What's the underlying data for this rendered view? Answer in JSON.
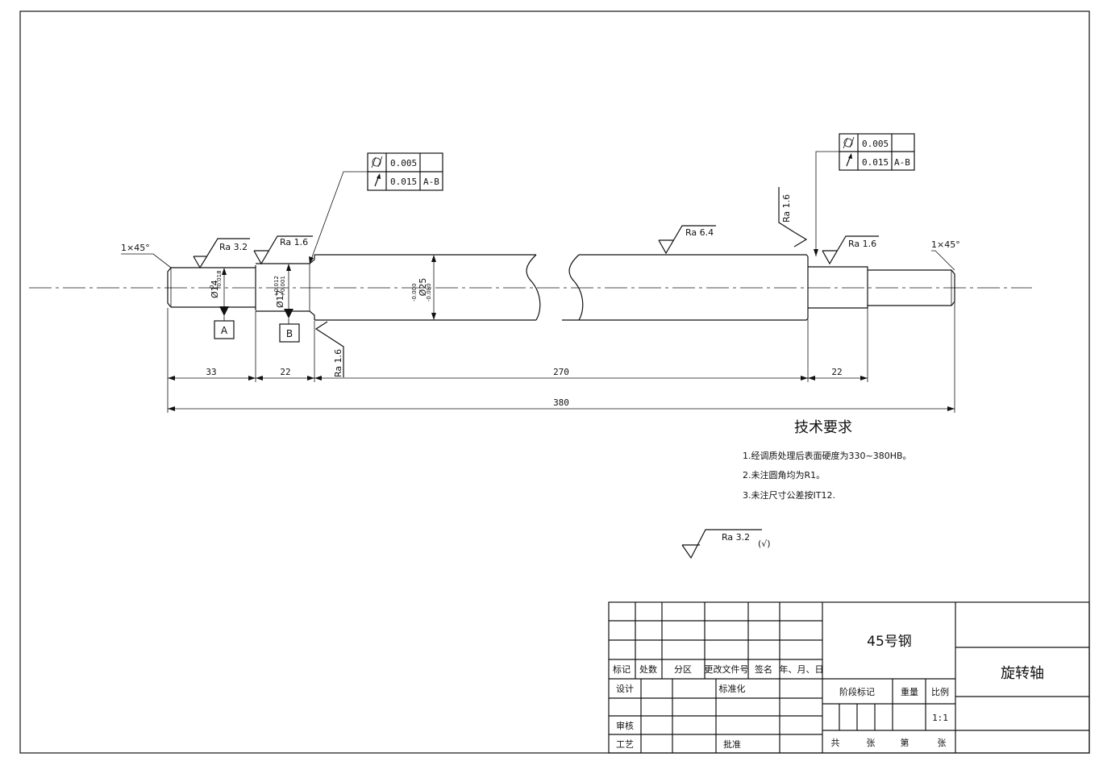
{
  "title_block": {
    "material": "45号钢",
    "part_name": "旋转轴",
    "headers": [
      "标记",
      "处数",
      "分区",
      "更改文件号",
      "签名",
      "年、月、日"
    ],
    "design": "设计",
    "standardization": "标准化",
    "review": "审核",
    "process": "工艺",
    "approve": "批准",
    "stage_mark": "阶段标记",
    "weight": "重量",
    "ratio_label": "比例",
    "ratio_value": "1:1",
    "total": "共",
    "sheet1": "张",
    "order": "第",
    "sheet2": "张"
  },
  "tech_req": {
    "title": "技术要求",
    "items": [
      "1.经调质处理后表面硬度为330~380HB。",
      "2.未注圆角均为R1。",
      "3.未注尺寸公差按IT12."
    ]
  },
  "general_roughness": {
    "value": "Ra 3.2",
    "note": "(√)"
  },
  "dimensions": {
    "len_33": "33",
    "len_22a": "22",
    "len_270": "270",
    "len_22b": "22",
    "len_380": "380",
    "chamfer_left": "1×45°",
    "chamfer_right": "1×45°",
    "dia_14": "Ø14",
    "dia_14_tol_upper": "0",
    "dia_14_tol_lower": "-0.018",
    "dia_17": "Ø17",
    "dia_17_tol_upper": "+0.012",
    "dia_17_tol_lower": "+0.001",
    "dia_25": "Ø25",
    "dia_25_tol_upper": "-0.000",
    "dia_25_tol_lower": "-0.080"
  },
  "roughness": {
    "r1": "Ra 3.2",
    "r2": "Ra 1.6",
    "r3": "Ra 6.4",
    "r4": "Ra 1.6",
    "r5": "Ra 1.6",
    "r6": "Ra 1.6"
  },
  "datums": {
    "a": "A",
    "b": "B"
  },
  "fcf_left": {
    "row1_value": "0.005",
    "row2_value": "0.015",
    "row2_datum": "A-B"
  },
  "fcf_right": {
    "row1_value": "0.005",
    "row2_value": "0.015",
    "row2_datum": "A-B"
  }
}
